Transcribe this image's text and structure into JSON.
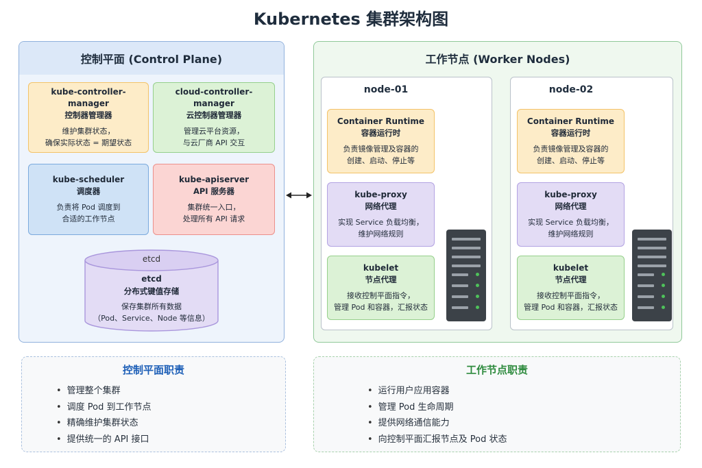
{
  "title": "Kubernetes 集群架构图",
  "colors": {
    "control_plane_accent": "#1d5fb7",
    "worker_accent": "#2e8b3e",
    "server": "#3c4248",
    "led": "#4ec25a"
  },
  "control_plane": {
    "heading": "控制平面 (Control Plane)",
    "components": {
      "controller_manager": {
        "name": "kube-controller-manager",
        "cn": "控制器管理器",
        "desc1": "维护集群状态，",
        "desc2": "确保实际状态 = 期望状态"
      },
      "cloud_controller_manager": {
        "name": "cloud-controller-manager",
        "cn": "云控制器管理器",
        "desc1": "管理云平台资源，",
        "desc2": "与云厂商 API 交互"
      },
      "scheduler": {
        "name": "kube-scheduler",
        "cn": "调度器",
        "desc1": "负责将 Pod 调度到",
        "desc2": "合适的工作节点"
      },
      "apiserver": {
        "name": "kube-apiserver",
        "cn": "API 服务器",
        "desc1": "集群统一入口，",
        "desc2": "处理所有 API 请求"
      },
      "etcd": {
        "top_label": "etcd",
        "name": "etcd",
        "cn": "分布式键值存储",
        "desc1": "保存集群所有数据",
        "desc2": "（Pod、Service、Node 等信息）"
      }
    }
  },
  "worker_nodes": {
    "heading": "工作节点 (Worker Nodes)",
    "nodes": [
      {
        "name": "node-01",
        "runtime": {
          "name": "Container Runtime",
          "cn": "容器运行时",
          "desc1": "负责镜像管理及容器的",
          "desc2": "创建、启动、停止等"
        },
        "proxy": {
          "name": "kube-proxy",
          "cn": "网络代理",
          "desc1": "实现 Service 负载均衡，",
          "desc2": "维护网络规则"
        },
        "kubelet": {
          "name": "kubelet",
          "cn": "节点代理",
          "desc1": "接收控制平面指令，",
          "desc2": "管理 Pod 和容器，汇报状态"
        }
      },
      {
        "name": "node-02",
        "runtime": {
          "name": "Container Runtime",
          "cn": "容器运行时",
          "desc1": "负责镜像管理及容器的",
          "desc2": "创建、启动、停止等"
        },
        "proxy": {
          "name": "kube-proxy",
          "cn": "网络代理",
          "desc1": "实现 Service 负载均衡，",
          "desc2": "维护网络规则"
        },
        "kubelet": {
          "name": "kubelet",
          "cn": "节点代理",
          "desc1": "接收控制平面指令，",
          "desc2": "管理 Pod 和容器，汇报状态"
        }
      }
    ]
  },
  "responsibilities": {
    "control_plane": {
      "title": "控制平面职责",
      "items": [
        "管理整个集群",
        "调度 Pod 到工作节点",
        "精确维护集群状态",
        "提供统一的 API 接口"
      ]
    },
    "worker": {
      "title": "工作节点职责",
      "items": [
        "运行用户应用容器",
        "管理 Pod 生命周期",
        "提供网络通信能力",
        "向控制平面汇报节点及 Pod 状态"
      ]
    }
  }
}
